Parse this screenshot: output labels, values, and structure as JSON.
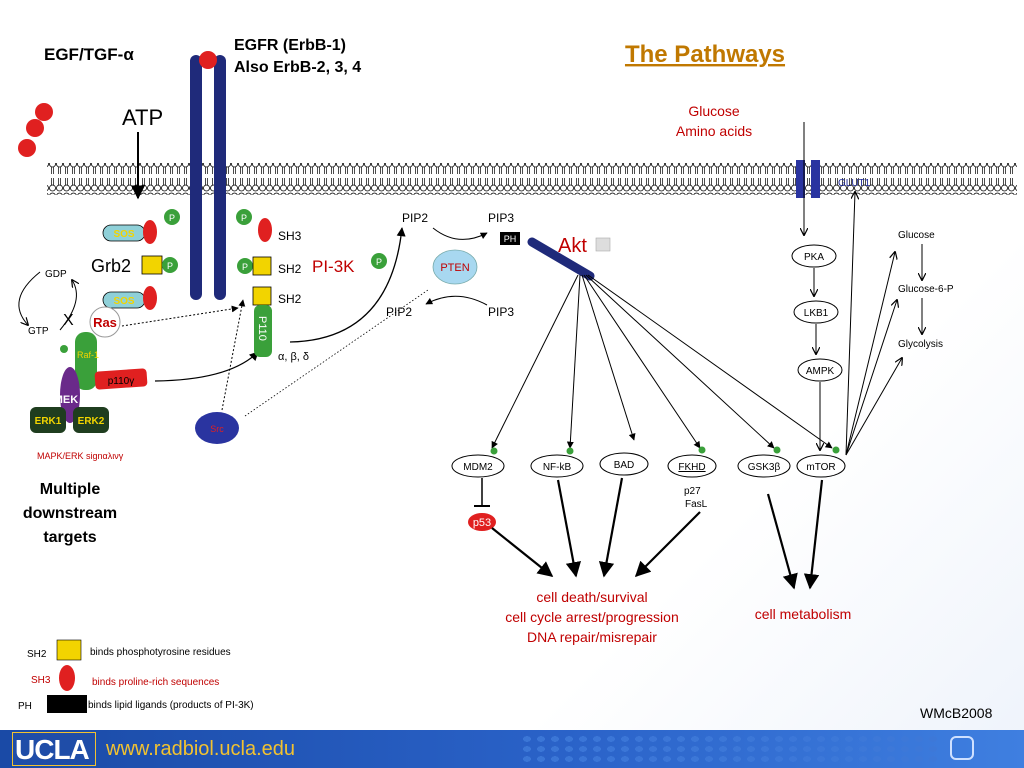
{
  "title": "The Pathways",
  "labels": {
    "egf": "EGF/TGF-α",
    "egfr_line1": "EGFR (ErbB-1)",
    "egfr_line2": "Also ErbB-2, 3, 4",
    "atp": "ATP",
    "glucose": "Glucose",
    "amino_acids": "Amino acids",
    "glut1": "GLUT1",
    "sos_top": "SOS",
    "sos_bottom": "SOS",
    "grb2": "Grb2",
    "gdp": "GDP",
    "gtp": "GTP",
    "x": "X",
    "ras": "Ras",
    "raf": "Raf-1",
    "mek": "MEK",
    "erk1": "ERK1",
    "erk2": "ERK2",
    "p110g": "p110γ",
    "mapk_sig": "MAPK/ERK signαλινγ",
    "multiple_targets": [
      "Multiple",
      "downstream",
      "targets"
    ],
    "sh3": "SH3",
    "sh2a": "SH2",
    "sh2b": "SH2",
    "pi3k": "PI-3K",
    "p110": "P110",
    "abd": "α, β, δ",
    "src": "Src",
    "pip2_top": "PIP2",
    "pip3_top": "PIP3",
    "pten": "PTEN",
    "pip2_bottom": "PIP2",
    "pip3_bottom": "PIP3",
    "ph": "PH",
    "akt": "Akt",
    "p": "P",
    "targets": [
      "MDM2",
      "NF-kB",
      "BAD",
      "FKHD",
      "GSK3β",
      "mTOR"
    ],
    "p53": "p53",
    "p27": "p27",
    "fasl": "FasL",
    "outcome_lines": [
      "cell death/survival",
      "cell cycle arrest/progression",
      "DNA repair/misrepair"
    ],
    "cell_metabolism": "cell metabolism",
    "pka": "PKA",
    "lkb1": "LKB1",
    "ampk": "AMPK",
    "glycolysis_chain": [
      "Glucose",
      "Glucose-6-P",
      "Glycolysis"
    ]
  },
  "legend": [
    {
      "key": "SH2",
      "text": "binds phosphotyrosine residues"
    },
    {
      "key": "SH3",
      "text": "binds proline-rich sequences"
    },
    {
      "key": "PH",
      "text": "binds lipid ligands (products of PI-3K)"
    }
  ],
  "credit": "WMcB2008",
  "footer": {
    "logo": "UCLA",
    "url": "www.radbiol.ucla.edu"
  },
  "colors": {
    "title": "#c07800",
    "red_text": "#c00000",
    "receptor": "#1f2a7a",
    "ligand": "#e02020",
    "sos": "#8fd0d8",
    "grb2": "#f2d400",
    "p_circle": "#3aa03a",
    "pten": "#a8d8f0",
    "mek": "#6a2a8a",
    "erk": "#1f3d1f",
    "footer": "#1f4da8"
  }
}
